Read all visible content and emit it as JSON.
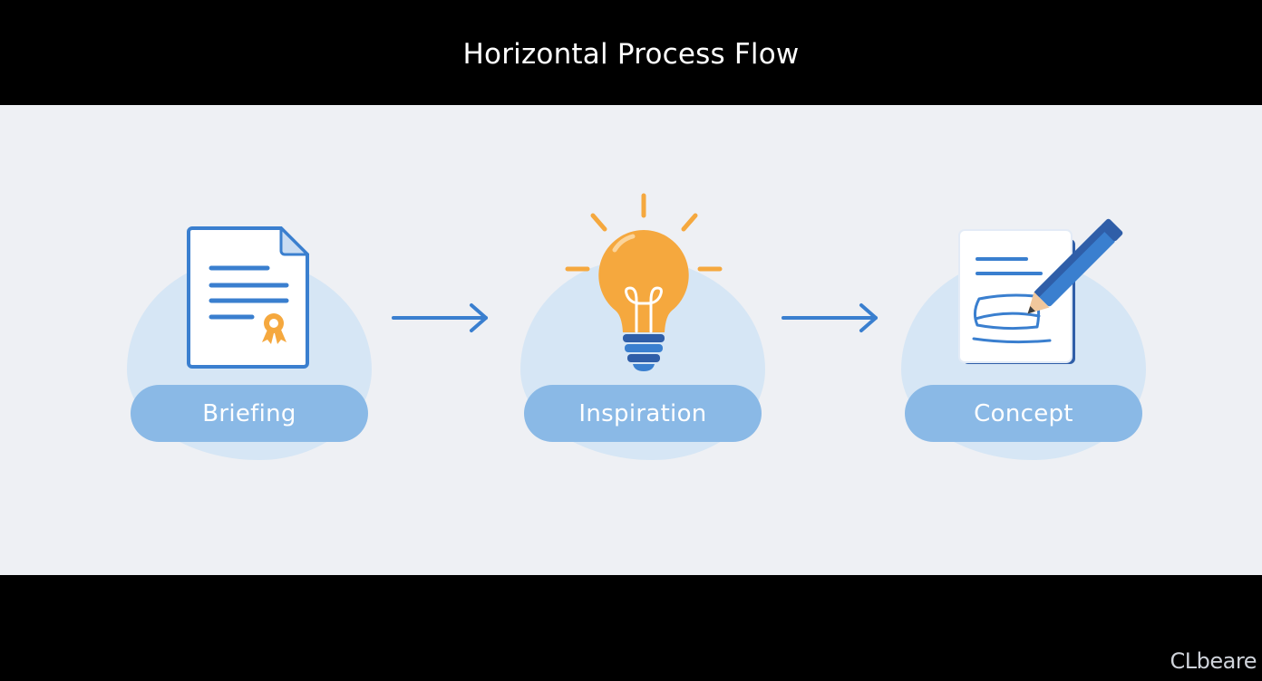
{
  "title": "Horizontal Process Flow",
  "watermark": "CLbeare",
  "colors": {
    "background": "#eef0f4",
    "blob": "#d6e6f5",
    "pill": "#8ab9e6",
    "accent_blue": "#3a7fcf",
    "accent_orange": "#f5a83e"
  },
  "steps": [
    {
      "label": "Briefing",
      "icon": "document-badge-icon"
    },
    {
      "label": "Inspiration",
      "icon": "lightbulb-icon"
    },
    {
      "label": "Concept",
      "icon": "sketch-pencil-icon"
    }
  ],
  "connectors": [
    {
      "icon": "arrow-right-icon"
    },
    {
      "icon": "arrow-right-icon"
    }
  ]
}
